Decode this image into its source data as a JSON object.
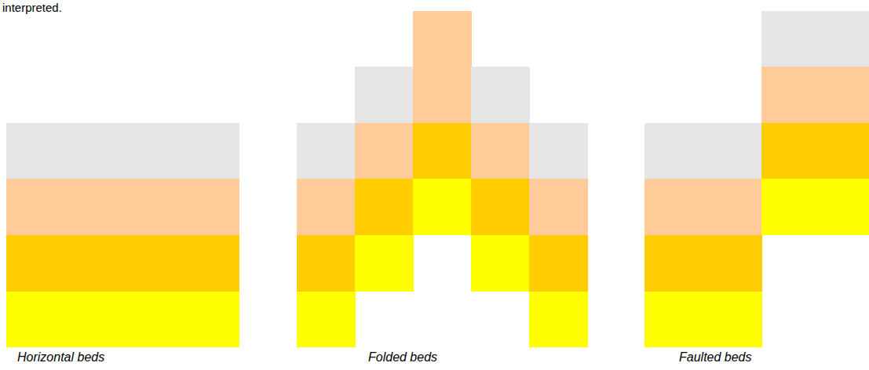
{
  "diagram": {
    "labels": [
      "interpreted.",
      "Horizontal beds",
      "Folded beds",
      "Faulted beds"
    ]
  }
}
